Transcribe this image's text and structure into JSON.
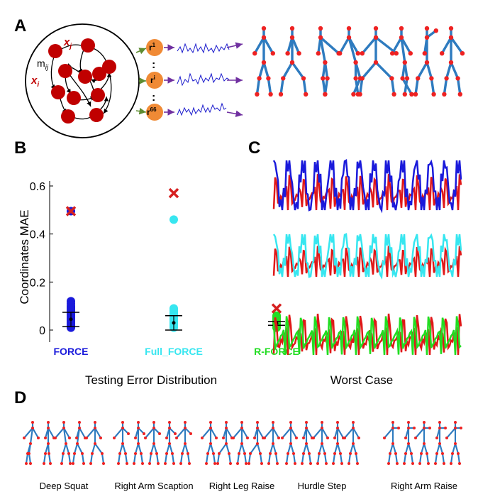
{
  "panels": {
    "a": "A",
    "b": "B",
    "c": "C",
    "d": "D"
  },
  "panel_a": {
    "node_labels": {
      "xj_main": "x",
      "xj_sub": "j",
      "xi_main": "x",
      "xi_sub": "i",
      "m_main": "m",
      "m_sub": "ij"
    },
    "readouts": [
      {
        "main": "r",
        "sup": "1"
      },
      {
        "main": "r",
        "sup": "i"
      },
      {
        "main": "r",
        "sup": "66"
      }
    ],
    "dots": ":"
  },
  "panel_b": {
    "caption": "Testing Error Distribution",
    "chart_data": {
      "type": "scatter",
      "ylabel": "Coordinates MAE",
      "ylim": [
        -0.02,
        0.62
      ],
      "yticks": [
        0,
        0.2,
        0.4,
        0.6
      ],
      "yticklabels": [
        "0",
        "0.2",
        "0.4",
        "0.6"
      ],
      "categories": [
        "FORCE",
        "Full_FORCE",
        "R-FORCE"
      ],
      "category_colors": [
        "#1a1adb",
        "#37e6f0",
        "#22dd22"
      ],
      "series": [
        {
          "points": [
            0.01,
            0.015,
            0.02,
            0.025,
            0.03,
            0.035,
            0.04,
            0.045,
            0.05,
            0.055,
            0.06,
            0.065,
            0.07,
            0.075,
            0.08,
            0.085,
            0.09,
            0.095,
            0.1,
            0.11,
            0.12,
            0.495
          ],
          "worst": 0.495,
          "mean": 0.045,
          "err_low": 0.014,
          "err_high": 0.074
        },
        {
          "points": [
            0.01,
            0.015,
            0.02,
            0.025,
            0.03,
            0.035,
            0.04,
            0.045,
            0.05,
            0.055,
            0.06,
            0.065,
            0.07,
            0.075,
            0.08,
            0.085,
            0.09,
            0.46
          ],
          "worst": 0.57,
          "mean": 0.03,
          "err_low": 0.0,
          "err_high": 0.06
        },
        {
          "points": [
            0.01,
            0.015,
            0.02,
            0.025,
            0.03,
            0.035,
            0.04,
            0.045,
            0.05,
            0.055,
            0.06
          ],
          "worst": 0.09,
          "mean": 0.028,
          "err_low": 0.02,
          "err_high": 0.036
        }
      ]
    }
  },
  "panel_c": {
    "caption": "Worst Case",
    "reference_color": "#e01818",
    "traces": [
      {
        "color": "#1a1adb"
      },
      {
        "color": "#37e6f0"
      },
      {
        "color": "#22dd22"
      }
    ]
  },
  "panel_d": {
    "exercises": [
      "Deep Squat",
      "Right Arm Scaption",
      "Right Leg Raise",
      "Hurdle Step",
      "Right Arm Raise"
    ]
  },
  "colors": {
    "node": "#c00000",
    "readout": "#f08a35",
    "skeleton": "#2e7bbf",
    "joint": "#ee2222",
    "arrow": "#7030a0",
    "input_arrow": "#5e8c31"
  }
}
